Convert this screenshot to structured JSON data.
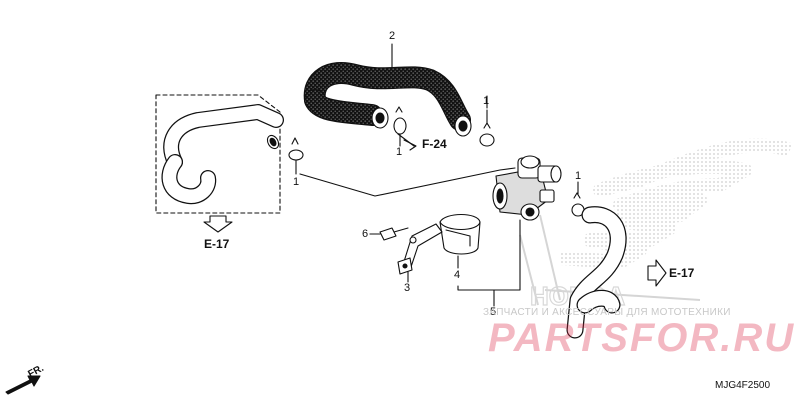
{
  "diagram": {
    "callouts": {
      "c1a": "1",
      "c1b": "1",
      "c1c": "1",
      "c1d": "1",
      "c2": "2",
      "c3": "3",
      "c4": "4",
      "c5": "5",
      "c6": "6"
    },
    "refs": {
      "e17_left": "E-17",
      "e17_right": "E-17",
      "f24": "F-24",
      "fr": "FR."
    },
    "part_code": "MJG4F2500"
  },
  "watermark": {
    "top_text": "ЗАПЧАСТИ И АКСЕССУАРЫ ДЛЯ МОТОТЕХНИКИ",
    "main_text": "PARTSFOR.RU",
    "color": "#dc2846"
  }
}
